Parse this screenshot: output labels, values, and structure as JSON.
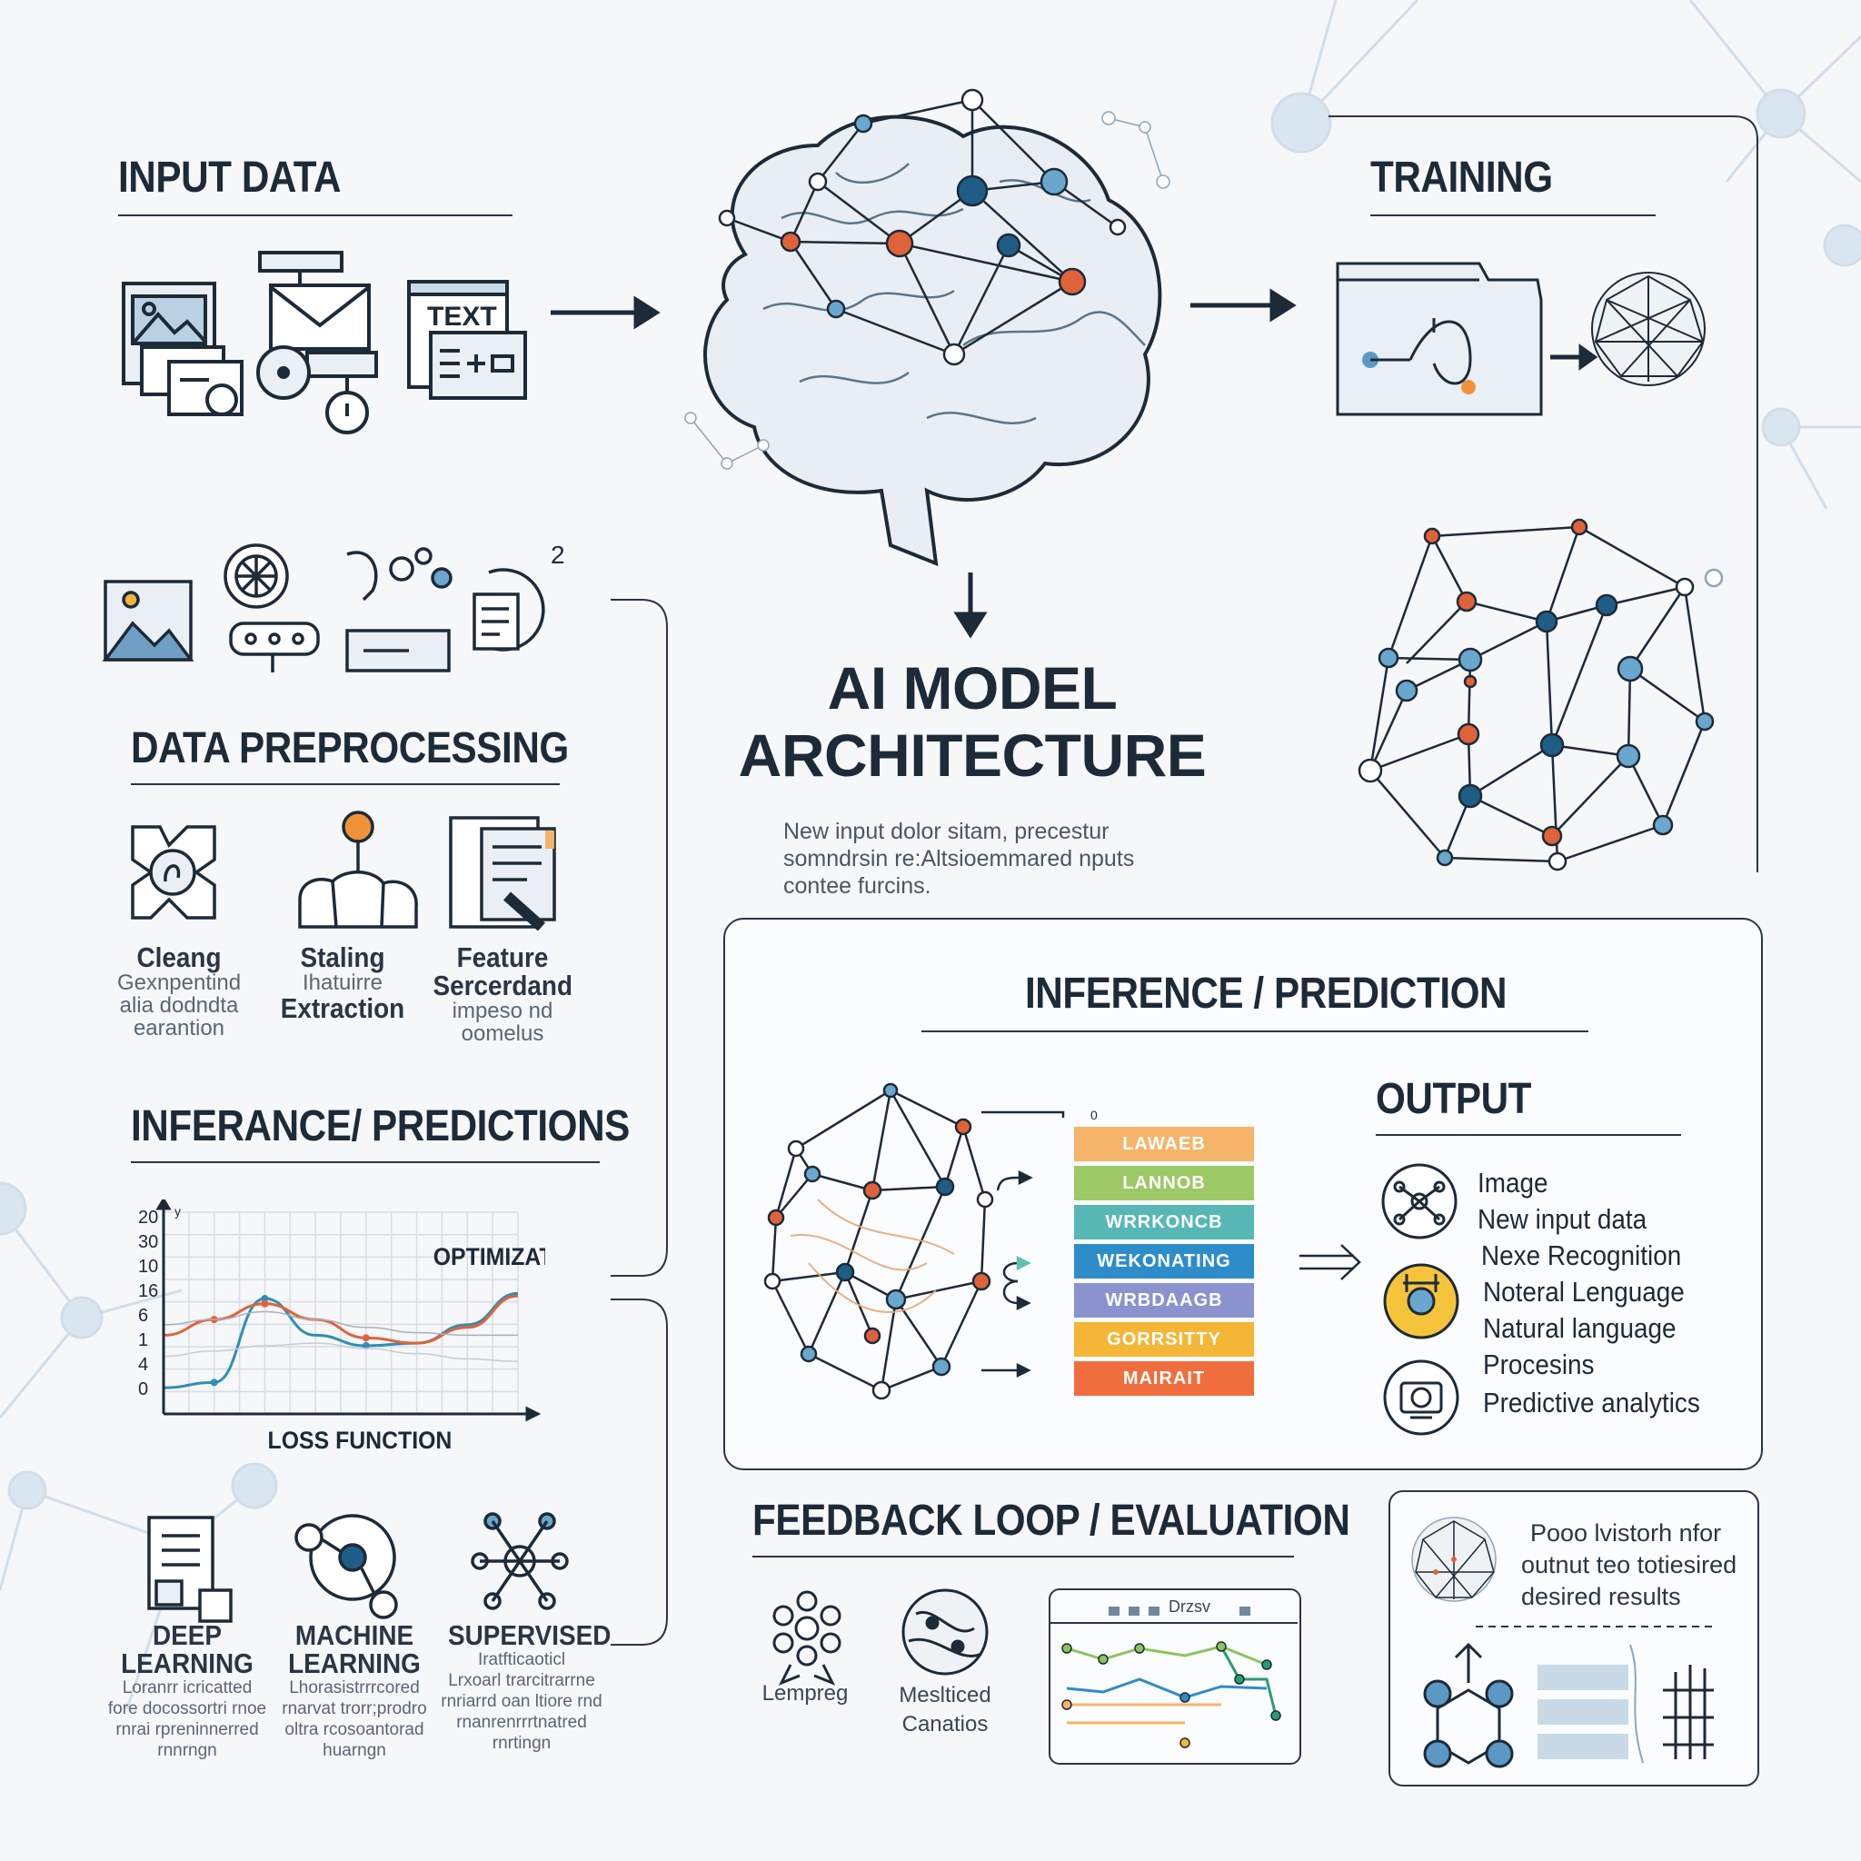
{
  "sections": {
    "input_data": "INPUT DATA",
    "training": "TRAINING",
    "data_preprocessing": "DATA PREPROCESSING",
    "model_title_line1": "AI MODEL",
    "model_title_line2": "ARCHITECTURE",
    "inferance_predictions": "INFERANCE/ PREDICTIONS",
    "inference_prediction": "INFERENCE / PREDICTION",
    "output": "OUTPUT",
    "feedback": "FEEDBACK LOOP / EVALUATION"
  },
  "input_icon_text": "TEXT",
  "preprocessing_step_number": "2",
  "model_description": [
    "New input dolor sitam, precestur",
    "somndrsin re:Altsioemmared nputs",
    "contee furcins."
  ],
  "preprocessing_items": [
    {
      "title": [
        "Cleang"
      ],
      "desc": [
        "Gexnpentind",
        "alia dodndta",
        "earantion"
      ]
    },
    {
      "title": [
        "Staling",
        "Extraction"
      ],
      "desc": [
        "Ihatuirre"
      ]
    },
    {
      "title": [
        "Feature",
        "Sercerdand"
      ],
      "desc": [
        "impeso nd",
        "oomelus"
      ]
    }
  ],
  "chart_data": {
    "type": "line",
    "title": "",
    "ylabel": "y",
    "yticks": [
      "20",
      "30",
      "10",
      "16",
      "6",
      "1",
      "4",
      "0"
    ],
    "annotation": "OPTIMIZATION",
    "xlabel": "LOSS FUNCTION",
    "grid": true,
    "series": [
      {
        "color": "#2f8fb0",
        "values": [
          1.0,
          1.2,
          4.4,
          3.0,
          2.6,
          2.7,
          3.4,
          4.6
        ]
      },
      {
        "color": "#e0623a",
        "values": [
          3.0,
          3.6,
          4.2,
          3.6,
          2.9,
          2.7,
          3.3,
          4.5
        ]
      },
      {
        "color": "#a9b1ba",
        "values": [
          3.4,
          3.6,
          3.9,
          3.6,
          3.3,
          3.1,
          3.0,
          3.0
        ]
      },
      {
        "color": "#c7cdd3",
        "values": [
          2.2,
          2.4,
          2.6,
          2.7,
          2.5,
          2.3,
          2.1,
          2.0
        ]
      }
    ],
    "x": [
      0,
      1,
      2,
      3,
      4,
      5,
      6,
      7
    ],
    "ylim": [
      0,
      7
    ]
  },
  "learning_types": [
    {
      "title": [
        "DEEP",
        "LEARNING"
      ],
      "desc": [
        "Loranrr icricatted",
        "fore docossortri rnoe",
        "rnrai rpreninnerred",
        "rnnrngn"
      ]
    },
    {
      "title": [
        "MACHINE",
        "LEARNING"
      ],
      "desc": [
        "Lhorasistrrrcored",
        "rnarvat trorr;prodro",
        "oltra rcosoantorad",
        "huarngn"
      ]
    },
    {
      "title": [
        "SUPERVISED"
      ],
      "desc": [
        "Iratfticaoticl",
        "Lrxoarl trarcitrarrne",
        "rnriarrd oan ltiore rnd",
        "rnanrenrrrtnatred",
        "rnrtingn"
      ]
    }
  ],
  "layer_stack": [
    {
      "label": "LAWAEB",
      "color": "#f5b46a"
    },
    {
      "label": "LANNOB",
      "color": "#9cc865"
    },
    {
      "label": "WRRKONCB",
      "color": "#57b7b5"
    },
    {
      "label": "WEKONATING",
      "color": "#2e8dc9"
    },
    {
      "label": "WRBDAAGB",
      "color": "#8b93cf"
    },
    {
      "label": "GORRSITTY",
      "color": "#f5b637"
    },
    {
      "label": "MAIRAIT",
      "color": "#f06d3e"
    }
  ],
  "stack_marker": "0",
  "output_items": [
    "Image",
    "New input data",
    "Nexe Recognition",
    "Noteral Lenguage",
    "Natural language",
    "Procesins",
    "Predictive analytics"
  ],
  "feedback_items": [
    {
      "label": [
        "Lempreg"
      ]
    },
    {
      "label": [
        "Meslticed",
        "Canatios"
      ]
    }
  ],
  "feedback_chart_title": "Drzsv",
  "feedback_note": [
    "Pooo lvistorh nfor",
    "outnut teo totiesired",
    "desired results"
  ]
}
